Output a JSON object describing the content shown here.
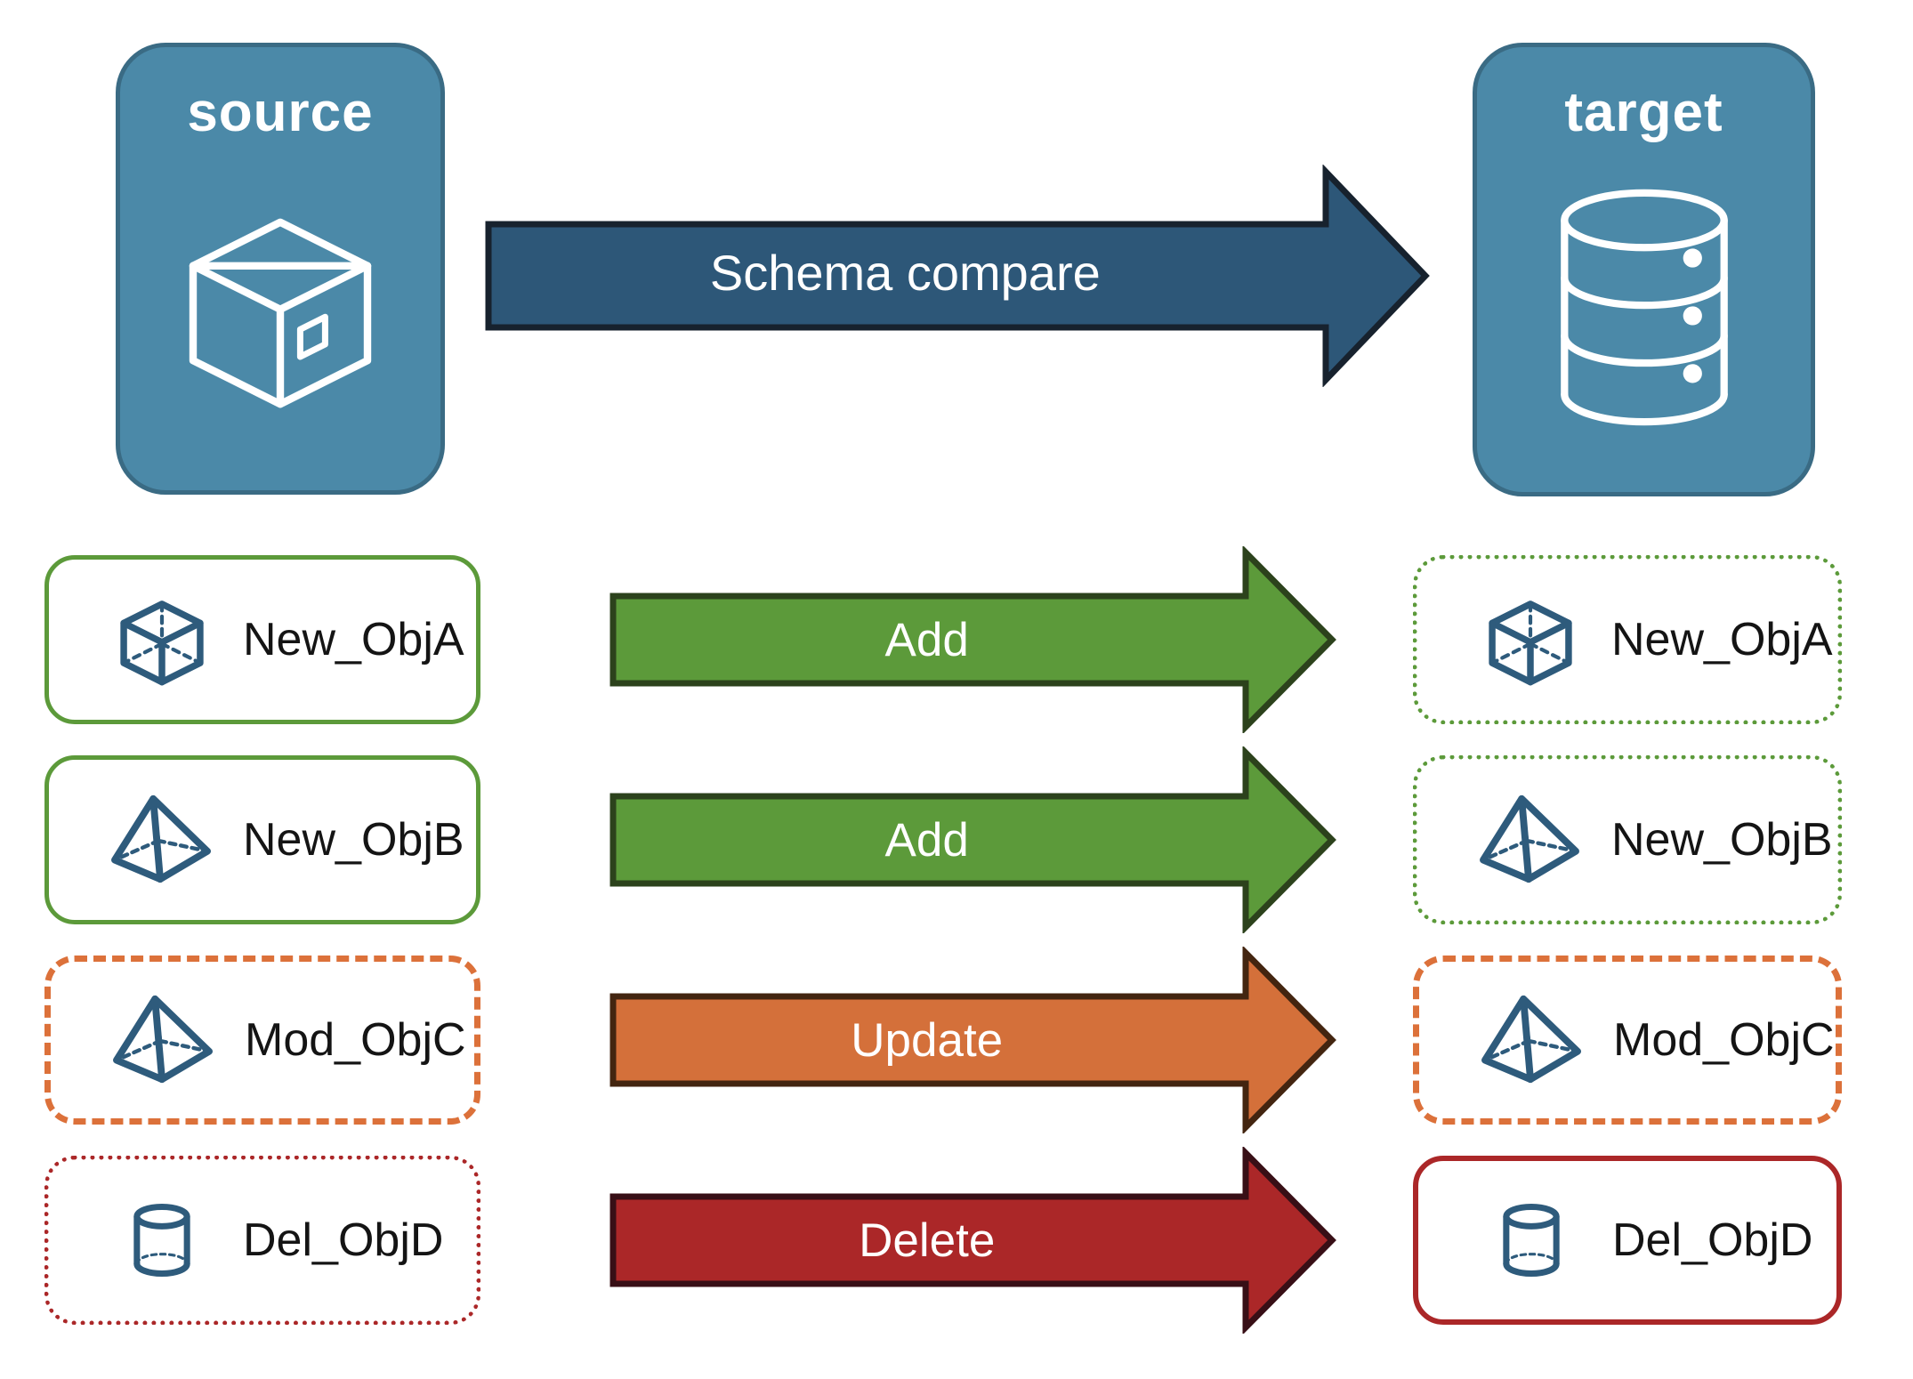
{
  "diagram": {
    "source_label": "source",
    "target_label": "target",
    "compare_arrow_label": "Schema compare"
  },
  "rows": [
    {
      "object_name": "New_ObjA",
      "action_label": "Add",
      "icon": "cube-icon",
      "arrow_style": "add",
      "source_card_style": "green-solid",
      "target_card_style": "green-dotted"
    },
    {
      "object_name": "New_ObjB",
      "action_label": "Add",
      "icon": "pyramid-icon",
      "arrow_style": "add",
      "source_card_style": "green-solid",
      "target_card_style": "green-dotted"
    },
    {
      "object_name": "Mod_ObjC",
      "action_label": "Update",
      "icon": "pyramid-icon",
      "arrow_style": "update",
      "source_card_style": "orange-dashed",
      "target_card_style": "orange-dashed"
    },
    {
      "object_name": "Del_ObjD",
      "action_label": "Delete",
      "icon": "cylinder-icon",
      "arrow_style": "delete",
      "source_card_style": "red-dotted",
      "target_card_style": "red-solid"
    }
  ],
  "colors": {
    "panel_blue": "#4B89A8",
    "panel_border": "#3A6B84",
    "compare_arrow_fill": "#2D5778",
    "compare_arrow_border": "#17222E",
    "add_green": "#5C9A3A",
    "add_green_border": "#2C421C",
    "update_orange": "#D4703A",
    "update_orange_border": "#432510",
    "delete_red": "#AB2728",
    "delete_red_border": "#380F16",
    "card_orange_border": "#DC713A",
    "icon_stroke": "#2E5B7C",
    "text_on_arrows": "#FFFFFF",
    "card_text": "#141414"
  }
}
